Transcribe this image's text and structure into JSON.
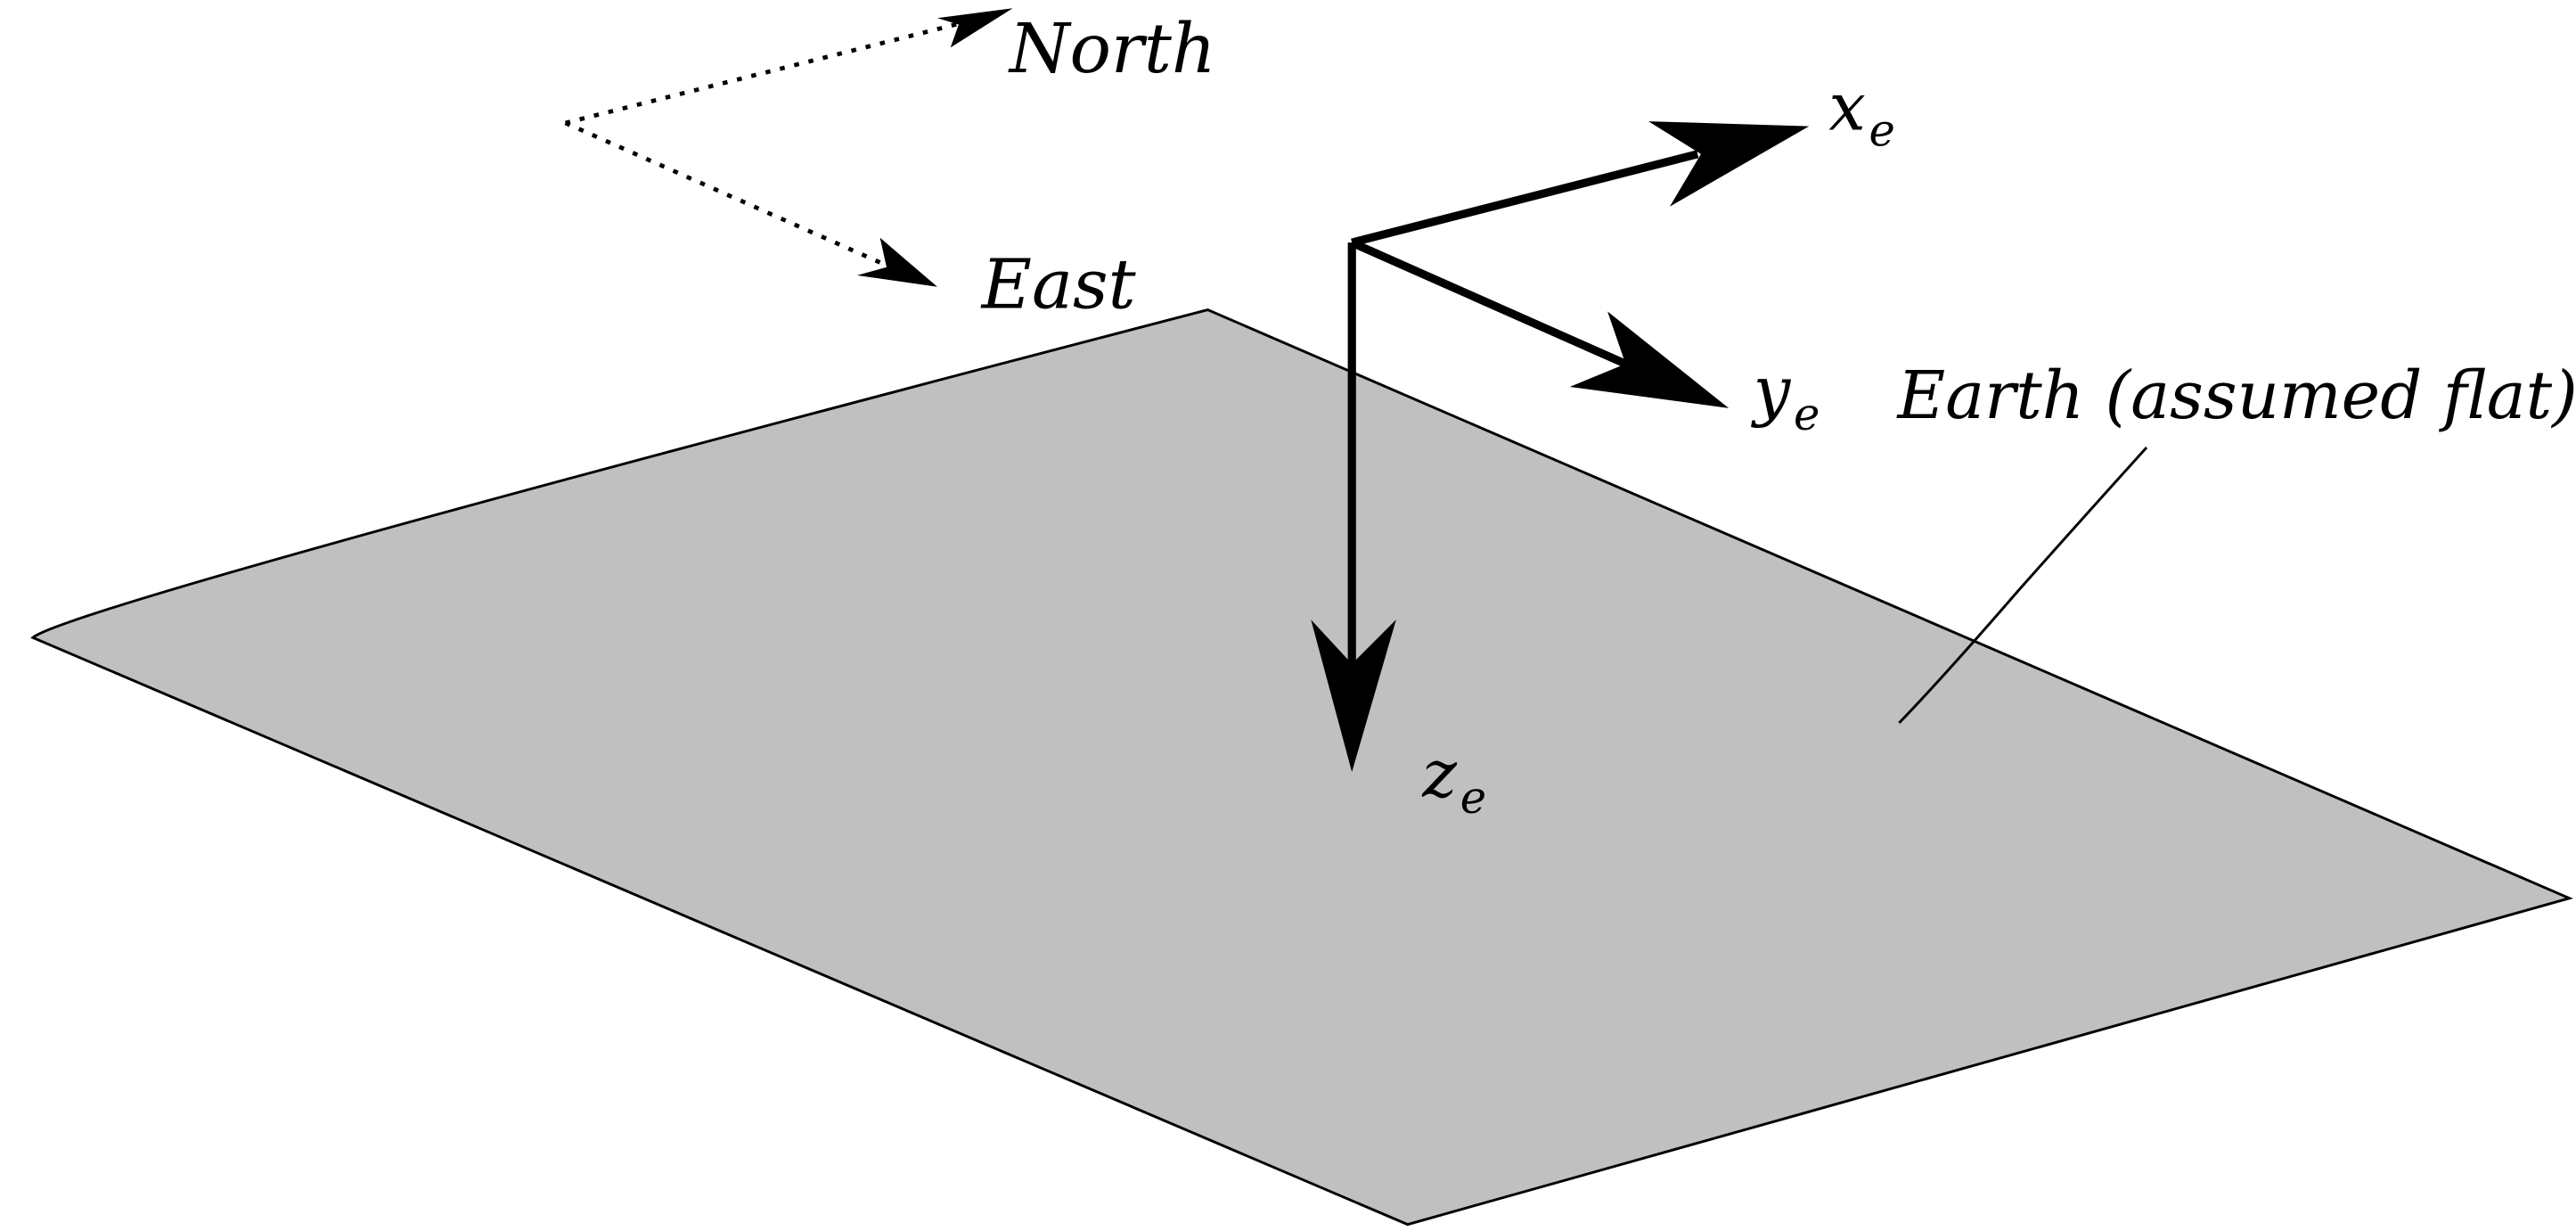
{
  "labels": {
    "north": "North",
    "east": "East",
    "earth": "Earth (assumed flat)",
    "x_axis": {
      "base": "x",
      "sub": "e"
    },
    "y_axis": {
      "base": "y",
      "sub": "e"
    },
    "z_axis": {
      "base": "z",
      "sub": "e"
    }
  },
  "colors": {
    "plane_fill": "#c0c0c0",
    "stroke": "#000000",
    "background": "#ffffff"
  }
}
